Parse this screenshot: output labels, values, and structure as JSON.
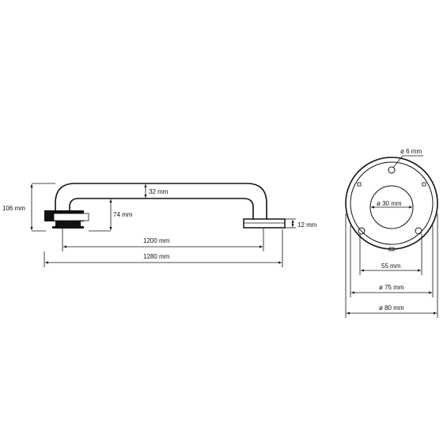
{
  "dimensions": {
    "total_height": "106 mm",
    "bar_diameter": "32 mm",
    "standoff_depth": "74 mm",
    "flange_thickness": "12 mm",
    "center_distance": "1200 mm",
    "overall_length": "1280 mm",
    "screw_hole": "ø 6 mm",
    "inner_bore": "ø 30 mm",
    "hole_spacing": "55 mm",
    "plate_diameter": "ø 75 mm",
    "cover_diameter": "ø 80 mm"
  }
}
